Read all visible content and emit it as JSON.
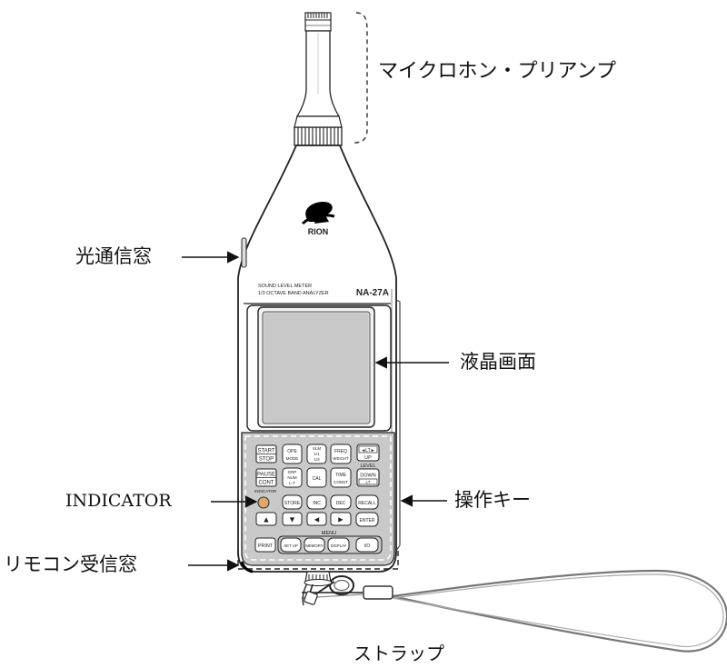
{
  "callouts": {
    "microphone": "マイクロホン・プリアンプ",
    "optical_window": "光通信窓",
    "lcd": "液晶画面",
    "indicator": "INDICATOR",
    "keys": "操作キー",
    "remote_window": "リモコン受信窓",
    "strap": "ストラップ"
  },
  "device": {
    "brand": "RION",
    "model_line1": "SOUND LEVEL METER",
    "model_line2": "1/3 OCTAVE BAND ANALYZER",
    "model_id": "NA-27A",
    "indicator_small": "INDICATOR",
    "menu_label": "MENU"
  },
  "keys": {
    "start": "START",
    "stop": "STOP",
    "ope": "OPE",
    "mode": "MODE",
    "slm": "SLM",
    "one_one": "1/1",
    "one_three": "1/3",
    "freq": "FREQ",
    "weight": "WEIGHT",
    "lt_top": "◄LT►",
    "up": "UP",
    "level": "LEVEL",
    "pause": "PAUSE",
    "cont": "CONT",
    "grp": "GRP",
    "num": "NUM",
    "lt": "L-T",
    "cal": "CAL",
    "time": "TIME",
    "const": "CONST",
    "down": "DOWN",
    "lt2": "LT",
    "store": "STORE",
    "inc": "INC",
    "dec": "DEC",
    "recall": "RECALL",
    "enter": "ENTER",
    "print": "PRINT",
    "setup": "SET UP",
    "memory": "MEMORY",
    "display": "DISPLAY",
    "io": "I/O",
    "arrow_up": "▲",
    "arrow_down": "▼",
    "arrow_left": "◄",
    "arrow_right": "►"
  }
}
